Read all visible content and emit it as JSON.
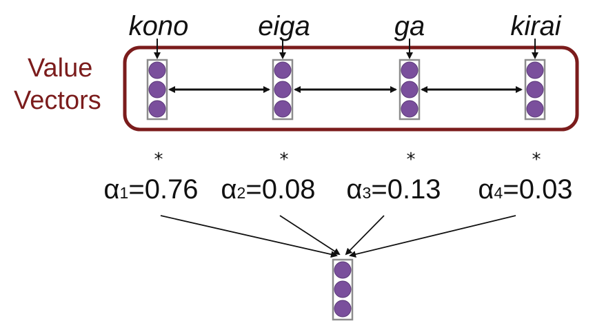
{
  "diagram": {
    "group_label_line1": "Value",
    "group_label_line2": "Vectors",
    "multiply_symbol": "*",
    "weight_symbol": "α",
    "words": [
      "kono",
      "eiga",
      "ga",
      "kirai"
    ],
    "weights": [
      {
        "index": "1",
        "value": "=0.76"
      },
      {
        "index": "2",
        "value": "=0.08"
      },
      {
        "index": "3",
        "value": "=0.13"
      },
      {
        "index": "4",
        "value": "=0.03"
      }
    ],
    "colors": {
      "group_border": "#7b1c1c",
      "group_label": "#7b1c1c",
      "node_fill": "#7a4f9c",
      "node_stroke": "#5b3a78",
      "column_frame": "#8c8c8c",
      "arrow": "#111111"
    }
  }
}
